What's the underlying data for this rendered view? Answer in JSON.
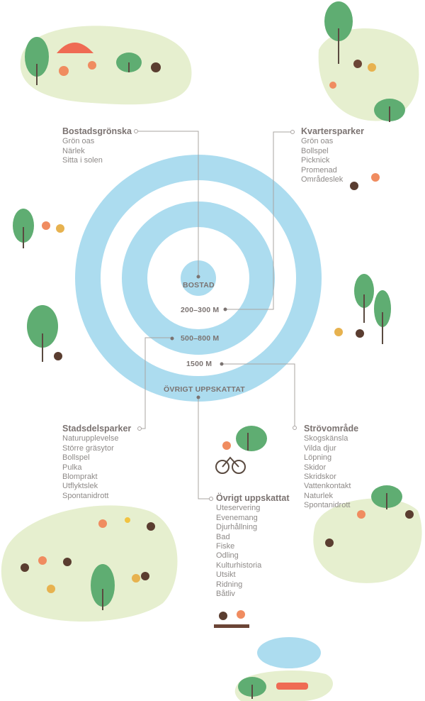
{
  "rings": {
    "center": "BOSTAD",
    "r1": "200–300 M",
    "r2": "500–800 M",
    "r3": "1500 M",
    "outer": "ÖVRIGT UPPSKATTAT"
  },
  "groups": {
    "bostadsgronska": {
      "title": "Bostadsgrönska",
      "items": [
        "Grön oas",
        "Närlek",
        "Sitta i solen"
      ]
    },
    "kvartersparker": {
      "title": "Kvartersparker",
      "items": [
        "Grön oas",
        "Bollspel",
        "Picknick",
        "Promenad",
        "Områdeslek"
      ]
    },
    "stadsdelsparker": {
      "title": "Stadsdelsparker",
      "items": [
        "Naturupplevelse",
        "Större gräsytor",
        "Bollspel",
        "Pulka",
        "Blomprakt",
        "Utflyktslek",
        "Spontanidrott"
      ]
    },
    "strovomrade": {
      "title": "Strövområde",
      "items": [
        "Skogskänsla",
        "Vilda djur",
        "Löpning",
        "Skidor",
        "Skridskor",
        "Vattenkontakt",
        "Naturlek",
        "Spontanidrott"
      ]
    },
    "ovrigt": {
      "title": "Övrigt uppskattat",
      "items": [
        "Uteservering",
        "Evenemang",
        "Djurhållning",
        "Bad",
        "Fiske",
        "Odling",
        "Kulturhistoria",
        "Utsikt",
        "Ridning",
        "Båtliv"
      ]
    }
  },
  "colors": {
    "ring": "#acdcef",
    "blob": "#e6efcf",
    "tree": "#5fad72",
    "line": "#a9a4a2",
    "text": "#7b7371"
  }
}
